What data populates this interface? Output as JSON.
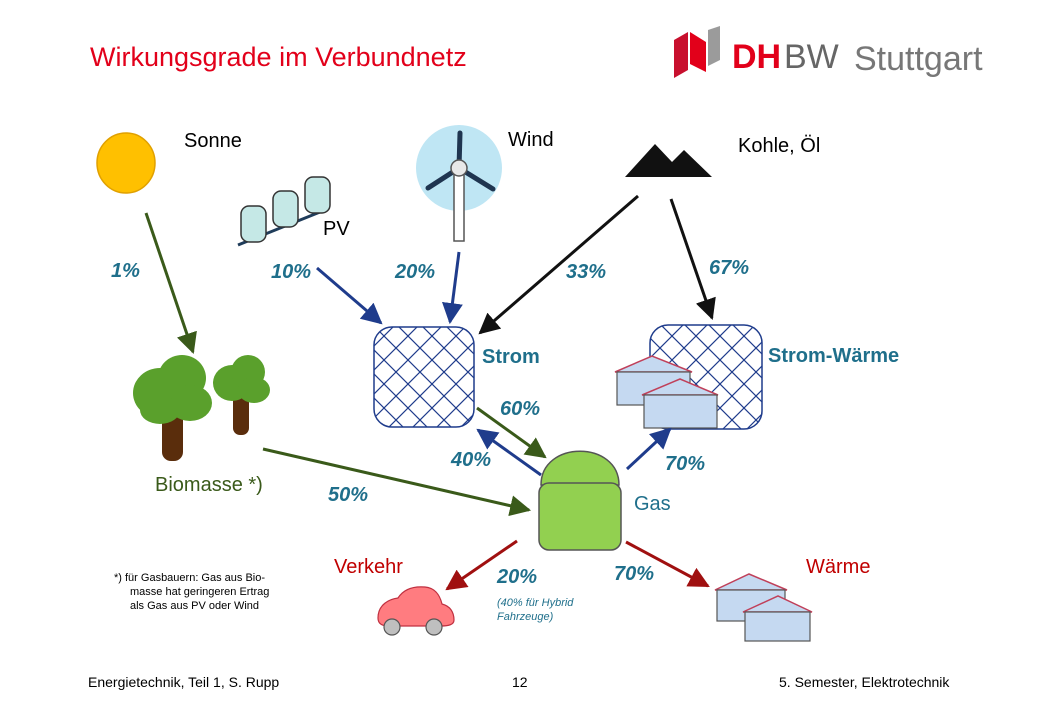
{
  "slide": {
    "title": "Wirkungsgrade im Verbundnetz",
    "logo": {
      "brand": "DHBW",
      "brand_dh": "DH",
      "brand_bw": "BW",
      "city": "Stuttgart"
    }
  },
  "sources": {
    "sonne": "Sonne",
    "wind": "Wind",
    "kohle": "Kohle, Öl",
    "pv": "PV",
    "biomasse": "Biomasse *)"
  },
  "nodes": {
    "strom": "Strom",
    "strom_waerme": "Strom-Wärme",
    "gas": "Gas",
    "verkehr": "Verkehr",
    "waerme": "Wärme"
  },
  "efficiencies": {
    "sonne_biomasse": "1%",
    "pv_strom": "10%",
    "wind_strom": "20%",
    "kohle_strom": "33%",
    "kohle_strom_waerme": "67%",
    "strom_gas": "60%",
    "gas_strom": "40%",
    "gas_strom_waerme": "70%",
    "biomasse_gas": "50%",
    "gas_verkehr": "20%",
    "gas_waerme": "70%"
  },
  "notes": {
    "hybrid": "(40% für Hybrid Fahrzeuge)",
    "footnote_l1": "*) für Gasbauern: Gas aus Bio-",
    "footnote_l2": "masse hat geringeren Ertrag",
    "footnote_l3": "als Gas aus PV oder Wind"
  },
  "footer": {
    "left": "Energietechnik, Teil 1, S. Rupp",
    "page": "12",
    "right": "5. Semester, Elektrotechnik"
  },
  "colors": {
    "title_red": "#e2001a",
    "label_blue": "#1f6f8b",
    "arrow_blue": "#1f3c8c",
    "arrow_green": "#3a5a1a",
    "arrow_red": "#a01010",
    "tree_green": "#5aa02c",
    "gas_green": "#92d050"
  },
  "icons": [
    "sun-icon",
    "wind-turbine-icon",
    "mountain-icon",
    "pv-panels-icon",
    "tree-icon",
    "grid-box-icon",
    "house-icon",
    "gas-tank-icon",
    "car-icon"
  ]
}
